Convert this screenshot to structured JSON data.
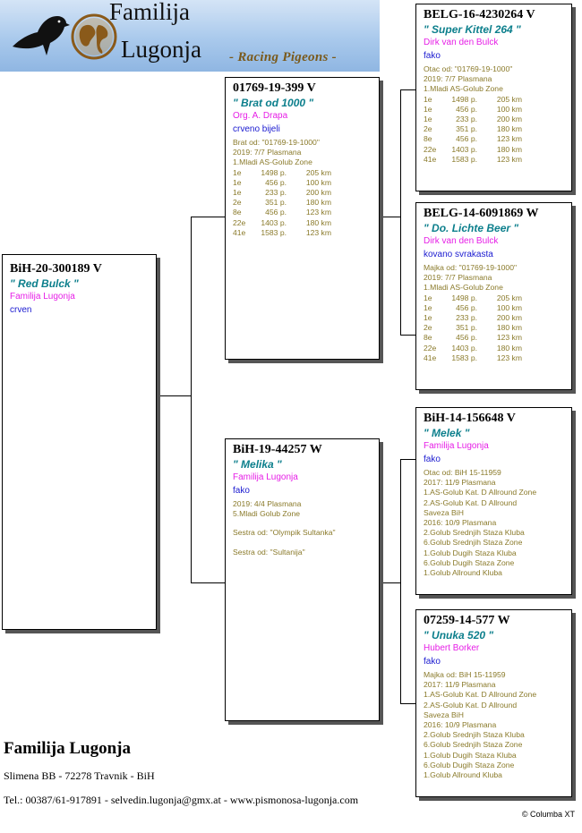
{
  "header": {
    "title_line1": "Familija",
    "title_line2": "Lugonja",
    "subtitle": "- Racing Pigeons -"
  },
  "subject": {
    "ring": "BiH-20-300189 V",
    "name": "\" Red Bulck \"",
    "breeder": "Familija Lugonja",
    "color": "crven"
  },
  "sire": {
    "ring": "01769-19-399 V",
    "name": "\" Brat od  1000 \"",
    "breeder": "Org. A. Drapa",
    "color": "crveno bijeli",
    "info": [
      "Brat od: \"01769-19-1000\"",
      "2019: 7/7 Plasmana",
      "1.Mladi AS-Golub Zone"
    ],
    "results": [
      {
        "r": "1e",
        "p": "1498 p.",
        "k": "205 km"
      },
      {
        "r": "1e",
        "p": "456 p.",
        "k": "100 km"
      },
      {
        "r": "1e",
        "p": "233 p.",
        "k": "200 km"
      },
      {
        "r": "2e",
        "p": "351 p.",
        "k": "180 km"
      },
      {
        "r": "8e",
        "p": "456 p.",
        "k": "123 km"
      },
      {
        "r": "22e",
        "p": "1403 p.",
        "k": "180 km"
      },
      {
        "r": "41e",
        "p": "1583 p.",
        "k": "123 km"
      }
    ]
  },
  "dam": {
    "ring": "BiH-19-44257 W",
    "name": "\" Melika \"",
    "breeder": "Familija Lugonja",
    "color": "fako",
    "info": [
      "2019: 4/4 Plasmana",
      "5.Mladi Golub Zone"
    ],
    "sister1": "Sestra od: \"Olympik Sultanka\"",
    "sister2": "Sestra od: \"Sultanija\""
  },
  "sire_sire": {
    "ring": "BELG-16-4230264 V",
    "name": "\" Super Kittel 264 \"",
    "breeder": "Dirk van den Bulck",
    "color": "fako",
    "info": [
      "Otac od: \"01769-19-1000\"",
      "2019: 7/7 Plasmana",
      "1.Mladi AS-Golub Zone"
    ],
    "results": [
      {
        "r": "1e",
        "p": "1498 p.",
        "k": "205 km"
      },
      {
        "r": "1e",
        "p": "456 p.",
        "k": "100 km"
      },
      {
        "r": "1e",
        "p": "233 p.",
        "k": "200 km"
      },
      {
        "r": "2e",
        "p": "351 p.",
        "k": "180 km"
      },
      {
        "r": "8e",
        "p": "456 p.",
        "k": "123 km"
      },
      {
        "r": "22e",
        "p": "1403 p.",
        "k": "180 km"
      },
      {
        "r": "41e",
        "p": "1583 p.",
        "k": "123 km"
      }
    ]
  },
  "sire_dam": {
    "ring": "BELG-14-6091869 W",
    "name": "\" Do. Lichte Beer \"",
    "breeder": "Dirk van den Bulck",
    "color": "kovano svrakasta",
    "info": [
      "Majka od: \"01769-19-1000\"",
      "2019: 7/7 Plasmana",
      "1.Mladi AS-Golub Zone"
    ],
    "results": [
      {
        "r": "1e",
        "p": "1498 p.",
        "k": "205 km"
      },
      {
        "r": "1e",
        "p": "456 p.",
        "k": "100 km"
      },
      {
        "r": "1e",
        "p": "233 p.",
        "k": "200 km"
      },
      {
        "r": "2e",
        "p": "351 p.",
        "k": "180 km"
      },
      {
        "r": "8e",
        "p": "456 p.",
        "k": "123 km"
      },
      {
        "r": "22e",
        "p": "1403 p.",
        "k": "180 km"
      },
      {
        "r": "41e",
        "p": "1583 p.",
        "k": "123 km"
      }
    ]
  },
  "dam_sire": {
    "ring": "BiH-14-156648 V",
    "name": "\" Melek \"",
    "breeder": "Familija Lugonja",
    "color": "fako",
    "info": [
      "Otac od: BiH 15-11959",
      "2017: 11/9 Plasmana",
      "1.AS-Golub Kat. D Allround Zone",
      "2.AS-Golub Kat. D Allround",
      "Saveza BiH",
      "2016: 10/9 Plasmana",
      "2.Golub Srednjih Staza Kluba",
      "6.Golub Srednjih Staza Zone",
      "1.Golub Dugih Staza Kluba",
      "6.Golub Dugih Staza Zone",
      "1.Golub Allround Kluba"
    ]
  },
  "dam_dam": {
    "ring": "07259-14-577 W",
    "name": "\" Unuka 520 \"",
    "breeder": "Hubert Borker",
    "color": "fako",
    "info": [
      "Majka od: BiH 15-11959",
      "2017: 11/9 Plasmana",
      "1.AS-Golub Kat. D Allround Zone",
      "2.AS-Golub Kat. D Allround",
      "Saveza BiH",
      "2016: 10/9 Plasmana",
      "2.Golub Srednjih Staza Kluba",
      "6.Golub Srednjih Staza Zone",
      "1.Golub Dugih Staza Kluba",
      "6.Golub Dugih Staza Zone",
      "1.Golub Allround Kluba"
    ]
  },
  "footer": {
    "name": "Familija  Lugonja",
    "address": "Slimena BB  -  72278 Travnik  -  BiH",
    "contact": "Tel.: 00387/61-917891  - selvedin.lugonja@gmx.at  -  www.pismonosa-lugonja.com",
    "copyright": "© Columba XT"
  }
}
